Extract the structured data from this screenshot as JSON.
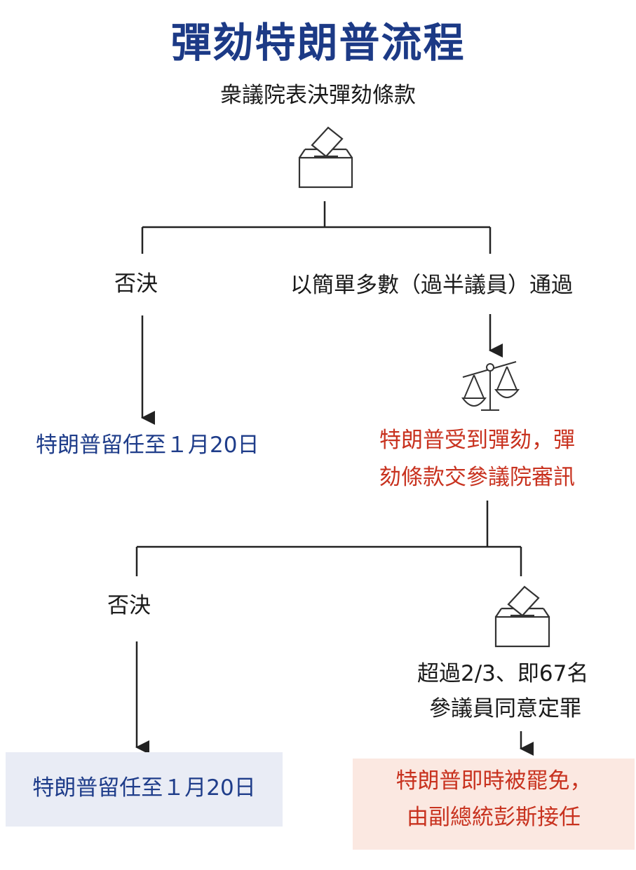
{
  "title": "彈劾特朗普流程",
  "step1": {
    "label": "衆議院表決彈劾條款",
    "reject": "否決",
    "pass": "以簡單多數（過半議員）通過",
    "reject_outcome": "特朗普留任至１月20日",
    "pass_outcome_line1": "特朗普受到彈劾，彈",
    "pass_outcome_line2": "劾條款交參議院審訊"
  },
  "step2": {
    "reject": "否決",
    "pass_line1": "超過2/3、即67名",
    "pass_line2": "參議員同意定罪",
    "reject_outcome": "特朗普留任至１月20日",
    "pass_outcome_line1": "特朗普即時被罷免，",
    "pass_outcome_line2": "由副總統彭斯接任"
  },
  "colors": {
    "title": "#1c3a86",
    "blue_text": "#1f3d8a",
    "red_text": "#c8321f",
    "blue_box": "#e9ecf5",
    "red_box": "#fbe8e1"
  },
  "icons": [
    "ballot-box-icon",
    "scales-of-justice-icon",
    "ballot-box-icon"
  ]
}
